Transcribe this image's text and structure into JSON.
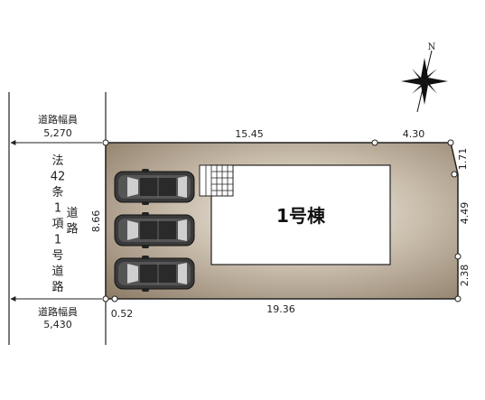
{
  "site_plan": {
    "building_label": "1号棟",
    "north_label": "N",
    "road_top": {
      "line1": "道路幅員",
      "line2": "5,270"
    },
    "road_bottom": {
      "line1": "道路幅員",
      "line2": "5,430"
    },
    "road_name_chars": [
      "法",
      "42",
      "条",
      "1",
      "項",
      "1",
      "号",
      "道",
      "路"
    ],
    "road_name_extra_chars": [
      "道",
      "路"
    ],
    "dimensions": {
      "top_left": "15.45",
      "top_right": "4.30",
      "left": "8.66",
      "right_1": "1.71",
      "right_2": "4.49",
      "right_3": "2.38",
      "bottom_left": "0.52",
      "bottom": "19.36"
    },
    "parking": {
      "car_count": 3
    },
    "colors": {
      "lot_fill": "#9a8a74",
      "lot_highlight": "#f4f0ea",
      "building_fill": "#ffffff",
      "outline": "#222222"
    }
  }
}
